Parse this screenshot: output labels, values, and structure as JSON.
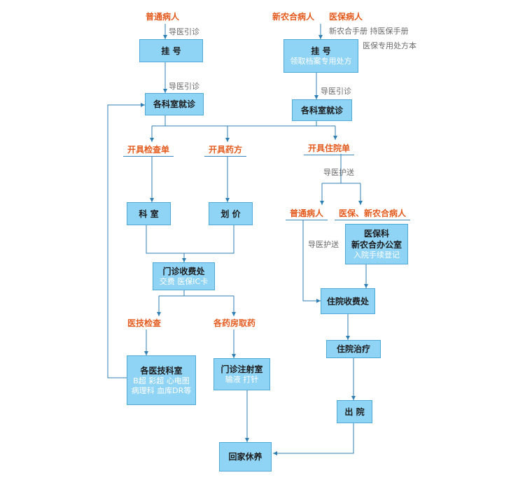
{
  "titles": {
    "general_patient_top": "普通病人",
    "xnh_patient_top": "新农合病人",
    "insurance_patient_top": "医保病人",
    "prescribe_exam": "开具检查单",
    "prescribe_medicine": "开具药方",
    "prescribe_admission": "开具住院单",
    "general_patient_right": "普通病人",
    "insurance_xnh_patient": "医保、新农合病人",
    "medtech_exam": "医技检查",
    "pharmacy_pickup": "各药房取药"
  },
  "notes": {
    "guide_1": "导医引诊",
    "guide_2": "导医引诊",
    "guide_3": "导医引诊",
    "xnh_handbook": "新农合手册  持医保手册",
    "insurance_rx_book": "医保专用处方本",
    "nurse_escort_1": "导医护送",
    "nurse_escort_2": "导医护送"
  },
  "nodes": {
    "register_left": {
      "title": "挂  号"
    },
    "register_right": {
      "title": "挂  号",
      "sub": "领取档案专用处方"
    },
    "dept_visit_left": {
      "title": "各科室就诊"
    },
    "dept_visit_right": {
      "title": "各科室就诊"
    },
    "department": {
      "title": "科  室"
    },
    "pricing": {
      "title": "划  价"
    },
    "outpatient_cashier": {
      "title": "门诊收费处",
      "sub": "交费  医保IC卡"
    },
    "insurance_office": {
      "title": "医保科",
      "title2": "新农合办公室",
      "sub": "入院手续登记"
    },
    "inpatient_cashier": {
      "title": "住院收费处"
    },
    "inpatient_treatment": {
      "title": "住院治疗"
    },
    "medtech_depts": {
      "title": "各医技科室",
      "sub": "B超  彩超  心电图",
      "sub2": "病理科  血库DR等"
    },
    "injection_room": {
      "title": "门诊注射室",
      "sub": "输液  打针"
    },
    "discharge": {
      "title": "出  院"
    },
    "go_home": {
      "title": "回家休养"
    }
  },
  "colors": {
    "box_fill": "#8fd3f5",
    "box_border": "#4fa9d6",
    "line": "#2f7fb5",
    "title_text": "#e35b1e",
    "note_text": "#6b6b6b"
  }
}
